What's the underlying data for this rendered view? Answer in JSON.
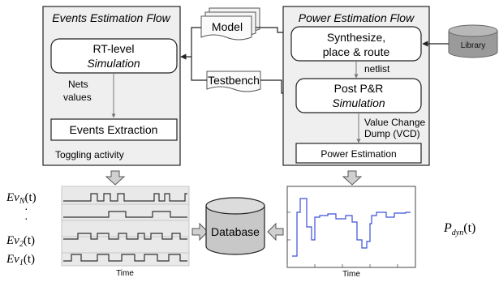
{
  "events_flow": {
    "title": "Events Estimation Flow",
    "rtl_sim_line1": "RT-level",
    "rtl_sim_line2": "Simulation",
    "nets_line1": "Nets",
    "nets_line2": "values",
    "events_extraction": "Events Extraction",
    "toggling": "Toggling activity"
  },
  "inputs": {
    "model": "Model",
    "testbench": "Testbench",
    "library": "Library"
  },
  "power_flow": {
    "title": "Power Estimation Flow",
    "synth_line1": "Synthesize,",
    "synth_line2": "place & route",
    "netlist": "netlist",
    "post_line1": "Post P&R",
    "post_line2": "Simulation",
    "vcd_line1": "Value Change",
    "vcd_line2": "Dump (VCD)",
    "power_estimation": "Power Estimation"
  },
  "database": "Database",
  "events_chart": {
    "time_label": "Time",
    "signal_labels": [
      "Ev",
      "Ev",
      "Ev"
    ],
    "signal_subscripts": [
      "N",
      "2",
      "1"
    ],
    "signal_suffix": "(t)",
    "dots": "·"
  },
  "power_chart": {
    "time_label": "Time",
    "y_label_main": "P",
    "y_label_sub": "dyn",
    "y_label_suffix": "(t)"
  },
  "colors": {
    "panel_fill": "#efefef",
    "box_fill": "#ffffff",
    "stroke": "#222222",
    "arrow_fill": "#d0d0d0",
    "database_fill": "#c8c8c8",
    "library_fill": "#9a9a9a",
    "power_line": "#3a4fd8",
    "events_bg": "#e9e9e9"
  }
}
